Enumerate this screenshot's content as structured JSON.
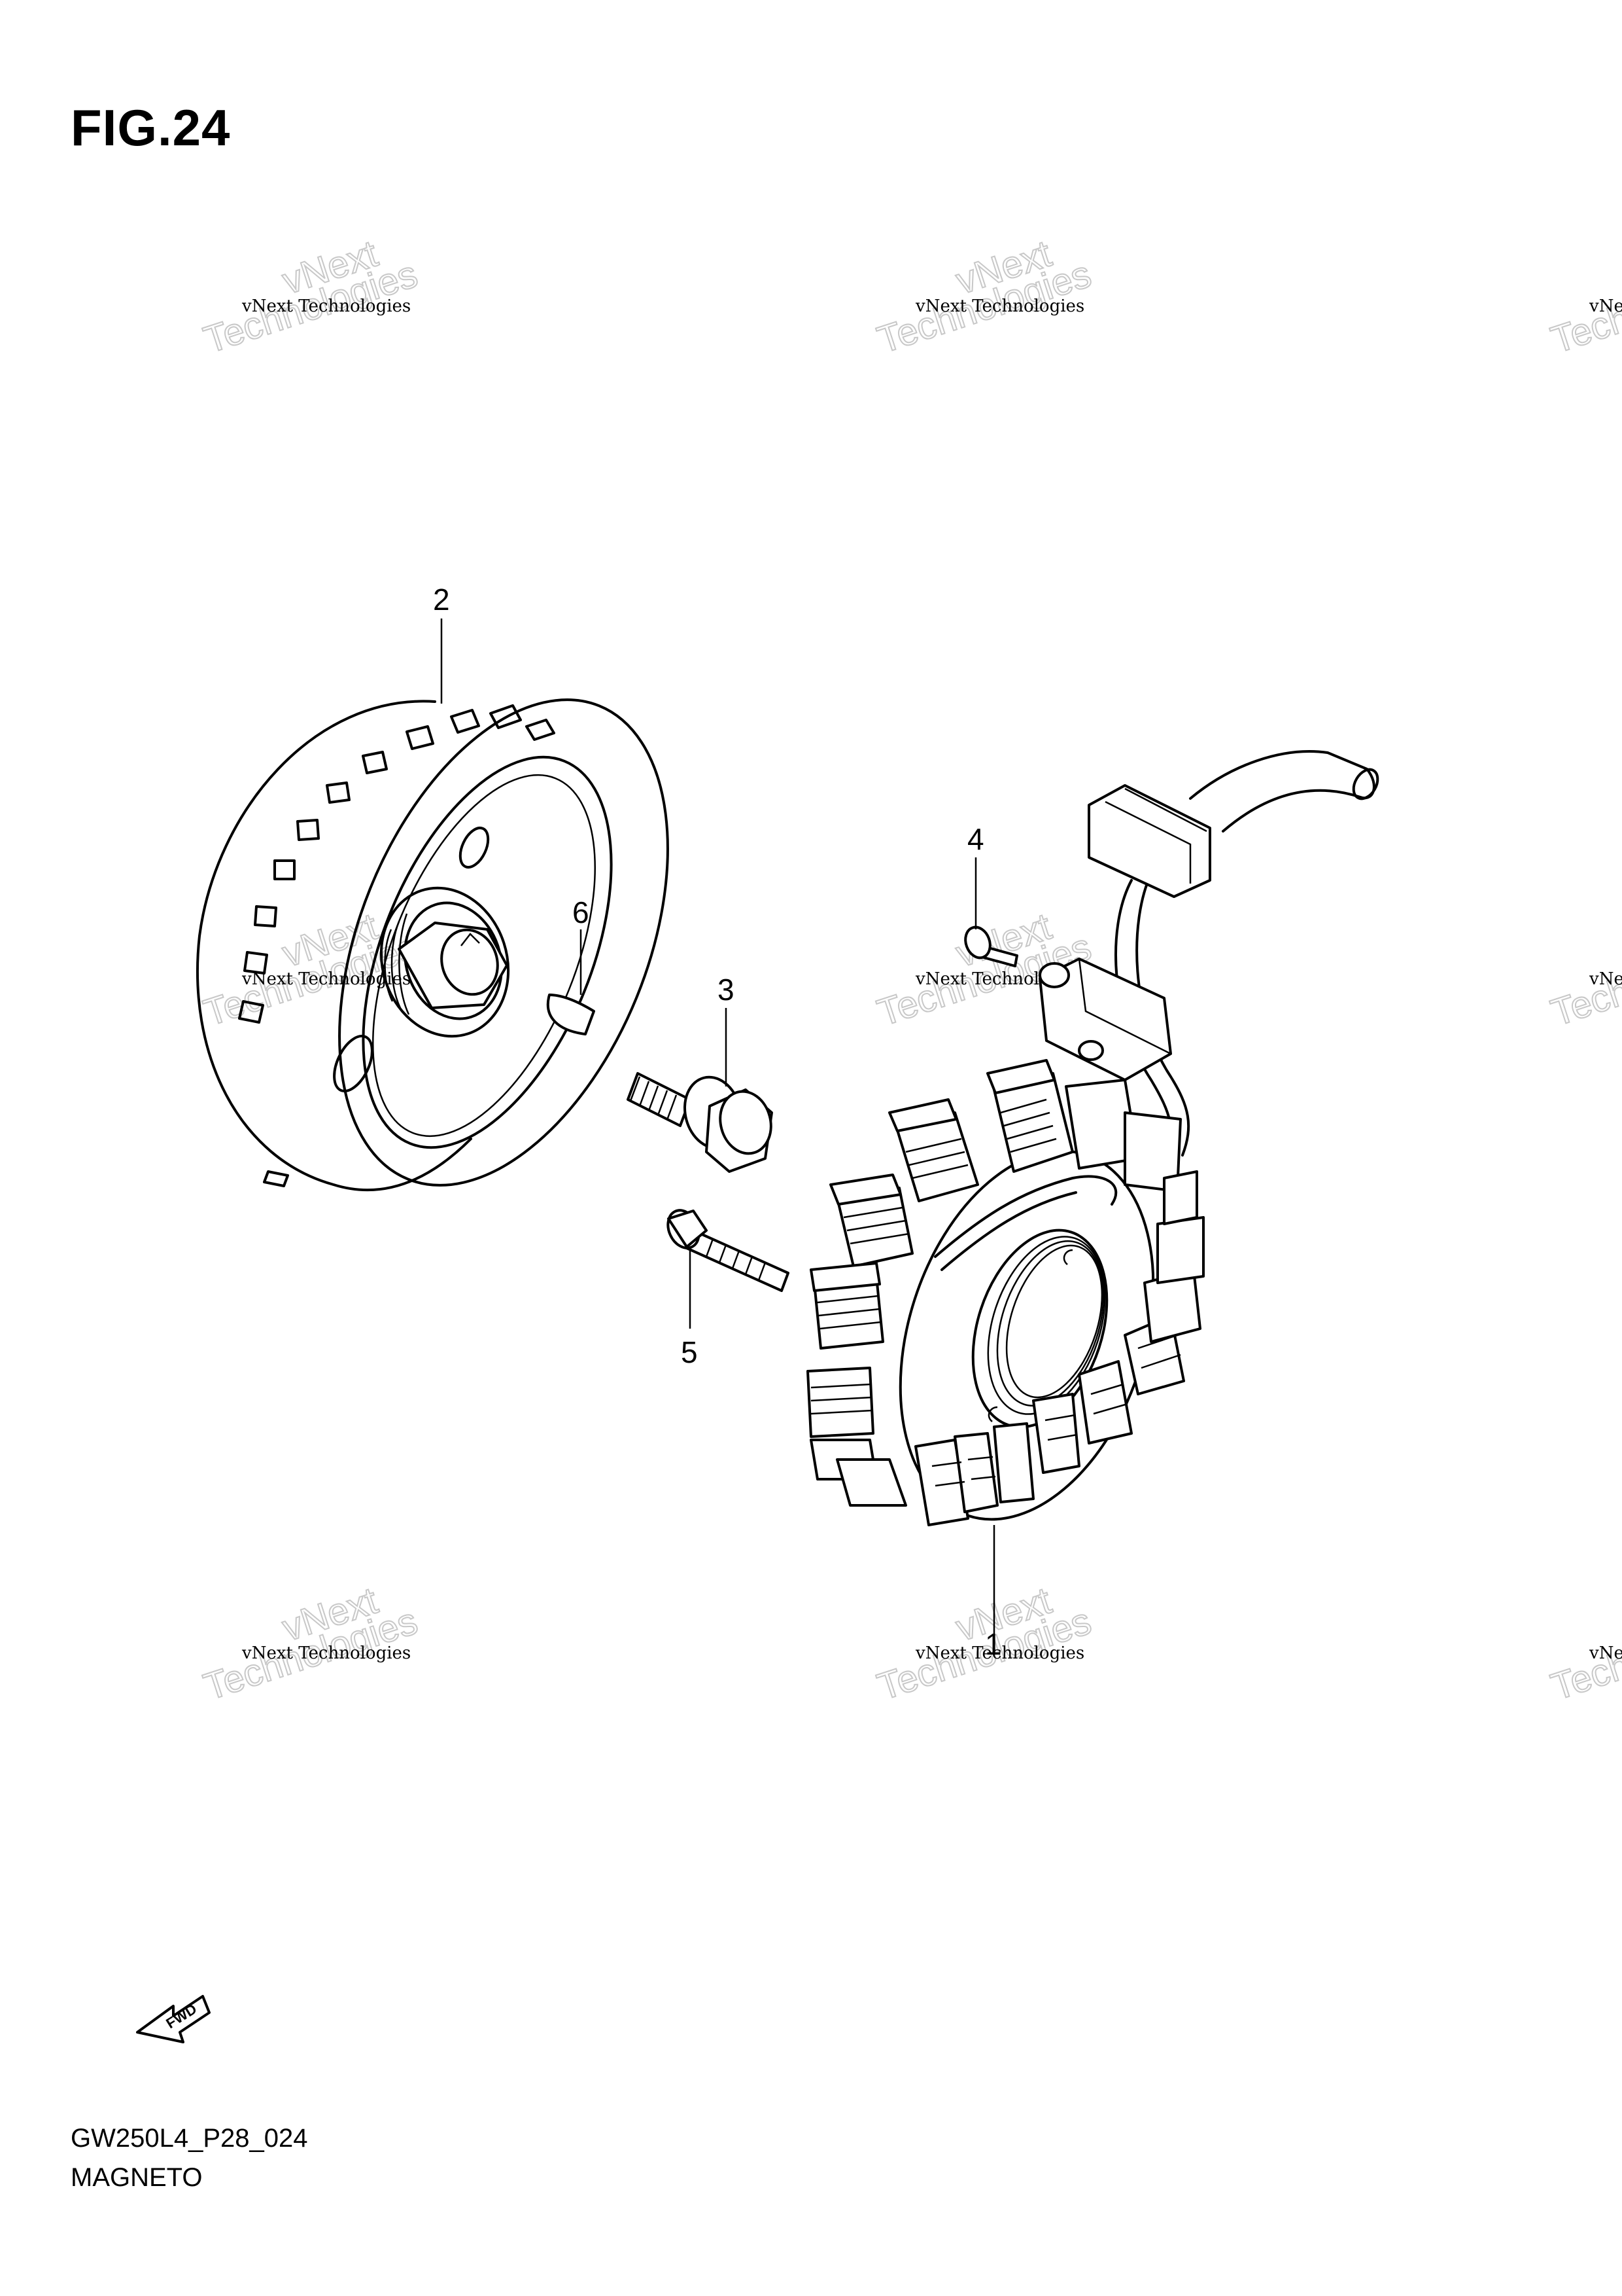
{
  "header": {
    "figure": "FIG.24"
  },
  "callouts": [
    {
      "id": "1",
      "label": "1"
    },
    {
      "id": "2",
      "label": "2"
    },
    {
      "id": "3",
      "label": "3"
    },
    {
      "id": "4",
      "label": "4"
    },
    {
      "id": "5",
      "label": "5"
    },
    {
      "id": "6",
      "label": "6"
    }
  ],
  "watermark": {
    "line1": "vNext Technologies",
    "line2": "vNext",
    "line3": "Technologies"
  },
  "fwd_badge": "FWD",
  "footer": {
    "code": "GW250L4_P28_024",
    "section": "MAGNETO"
  }
}
